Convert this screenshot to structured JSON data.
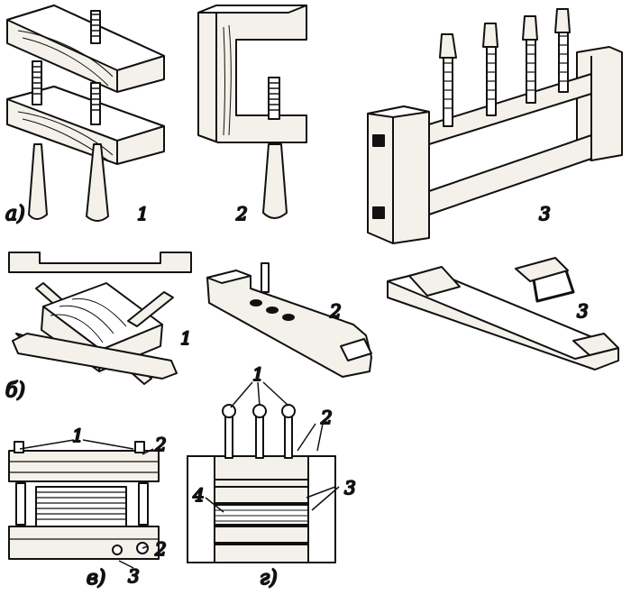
{
  "sections": {
    "a": "а)",
    "b": "б)",
    "v": "в)",
    "g": "г)"
  },
  "labels": {
    "a1": "1",
    "a2": "2",
    "a3": "3",
    "b1": "1",
    "b2": "2",
    "b3": "3",
    "v1": "1",
    "v2a": "2",
    "v2b": "2",
    "v3": "3",
    "g1": "1",
    "g2": "2",
    "g3": "3",
    "g4": "4"
  },
  "colors": {
    "ink": "#111111",
    "wood": "#f4f1ea",
    "paper": "#ffffff"
  }
}
